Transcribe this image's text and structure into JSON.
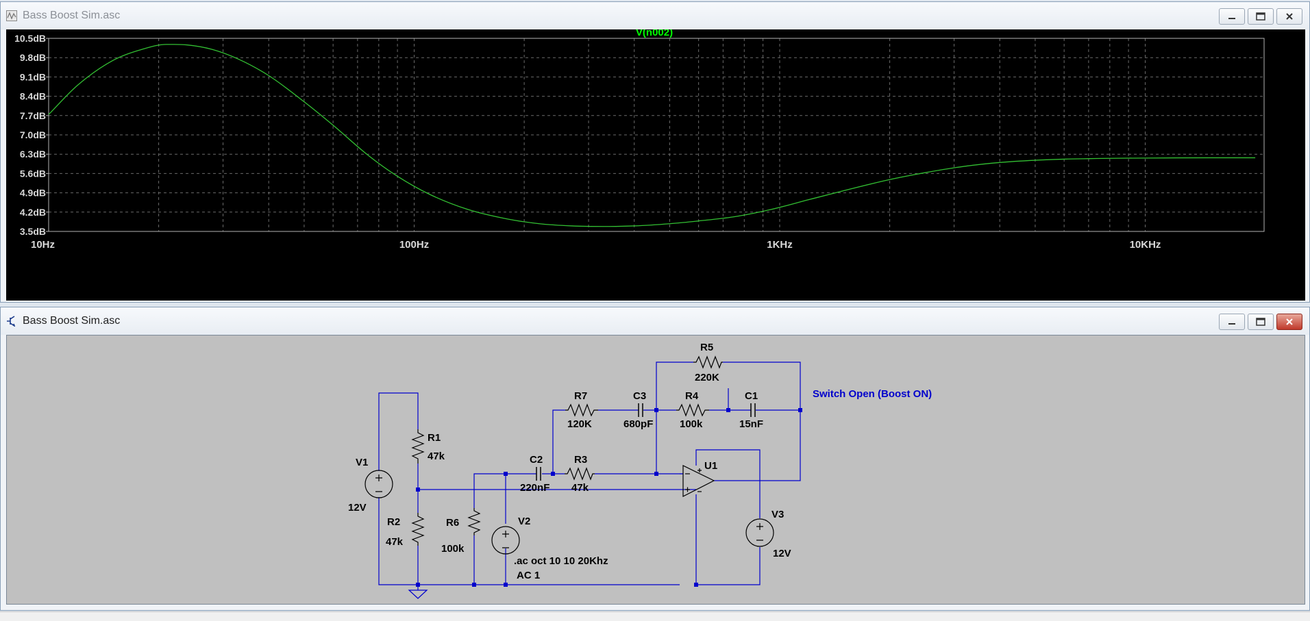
{
  "plot_window": {
    "title": "Bass Boost Sim.asc"
  },
  "schematic_window": {
    "title": "Bass Boost Sim.asc"
  },
  "colors": {
    "trace": "#33c033",
    "trace_title": "#00ff00",
    "wire": "#0000cc",
    "axis_text": "#d8d8d8",
    "grid": "#6a6a6a"
  },
  "chart_data": {
    "type": "line",
    "title": "V(n002)",
    "series": [
      {
        "name": "V(n002)",
        "points": [
          [
            10,
            7.74
          ],
          [
            12,
            8.8
          ],
          [
            15,
            9.7
          ],
          [
            18,
            10.1
          ],
          [
            21,
            10.28
          ],
          [
            24,
            10.26
          ],
          [
            28,
            10.1
          ],
          [
            33,
            9.75
          ],
          [
            40,
            9.15
          ],
          [
            50,
            8.2
          ],
          [
            60,
            7.35
          ],
          [
            75,
            6.25
          ],
          [
            90,
            5.5
          ],
          [
            110,
            4.85
          ],
          [
            140,
            4.3
          ],
          [
            180,
            3.95
          ],
          [
            220,
            3.78
          ],
          [
            270,
            3.7
          ],
          [
            330,
            3.68
          ],
          [
            400,
            3.7
          ],
          [
            500,
            3.78
          ],
          [
            600,
            3.88
          ],
          [
            750,
            4.03
          ],
          [
            950,
            4.3
          ],
          [
            1200,
            4.65
          ],
          [
            1500,
            4.98
          ],
          [
            2000,
            5.38
          ],
          [
            2500,
            5.63
          ],
          [
            3200,
            5.86
          ],
          [
            4000,
            6.0
          ],
          [
            5000,
            6.08
          ],
          [
            6000,
            6.12
          ],
          [
            8000,
            6.15
          ],
          [
            10000,
            6.16
          ],
          [
            15000,
            6.17
          ],
          [
            20000,
            6.17
          ]
        ]
      }
    ],
    "x_scale": "log",
    "xlim": [
      10,
      20000
    ],
    "ylim": [
      3.5,
      10.5
    ],
    "grid": true,
    "y_ticks": [
      "10.5dB",
      "9.8dB",
      "9.1dB",
      "8.4dB",
      "7.7dB",
      "7.0dB",
      "6.3dB",
      "5.6dB",
      "4.9dB",
      "4.2dB",
      "3.5dB"
    ],
    "x_ticks": [
      "10Hz",
      "100Hz",
      "1KHz",
      "10KHz"
    ]
  },
  "schematic": {
    "components": {
      "r5": {
        "name": "R5",
        "value": "220K"
      },
      "r7": {
        "name": "R7",
        "value": "120K"
      },
      "c3": {
        "name": "C3",
        "value": "680pF"
      },
      "r4": {
        "name": "R4",
        "value": "100k"
      },
      "c1": {
        "name": "C1",
        "value": "15nF"
      },
      "r1": {
        "name": "R1",
        "value": "47k"
      },
      "v1": {
        "name": "V1",
        "value": "12V"
      },
      "c2": {
        "name": "C2",
        "value": "220nF"
      },
      "r3": {
        "name": "R3",
        "value": "47k"
      },
      "u1": {
        "name": "U1"
      },
      "r2": {
        "name": "R2",
        "value": "47k"
      },
      "r6": {
        "name": "R6",
        "value": "100k"
      },
      "v2": {
        "name": "V2"
      },
      "v3": {
        "name": "V3",
        "value": "12V"
      }
    },
    "directive_line1": ".ac oct 10 10 20Khz",
    "directive_line2": "AC 1",
    "comment": "Switch Open (Boost ON)"
  }
}
